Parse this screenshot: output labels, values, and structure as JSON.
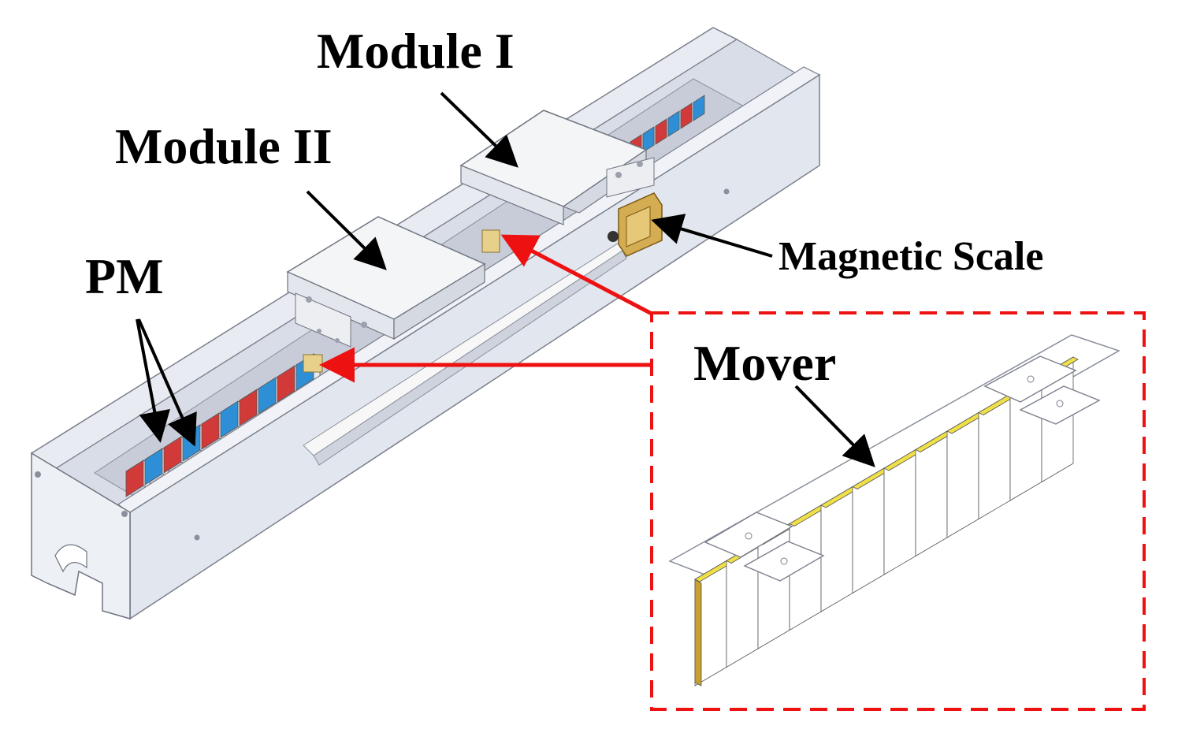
{
  "labels": {
    "module_1": "Module I",
    "module_2": "Module II",
    "pm": "PM",
    "magnetic_scale": "Magnetic Scale",
    "mover": "Mover"
  },
  "colors": {
    "frame": "#e6e9f1",
    "frame_side": "#d3d7e2",
    "frame_dark": "#b9bfcc",
    "edge": "#7a7f8c",
    "carriage": "#f3f4f6",
    "magnet_red": "#d23a3a",
    "magnet_blue": "#2e8fd6",
    "scale_brass": "#c9a24a",
    "mover_plate": "#ffffff",
    "mover_yellow": "#f0e048",
    "mover_gold": "#c9a02e",
    "callout_red": "#ee1111",
    "leader_black": "#000000"
  },
  "icons": {
    "arrowhead": "triangle-arrowhead"
  }
}
